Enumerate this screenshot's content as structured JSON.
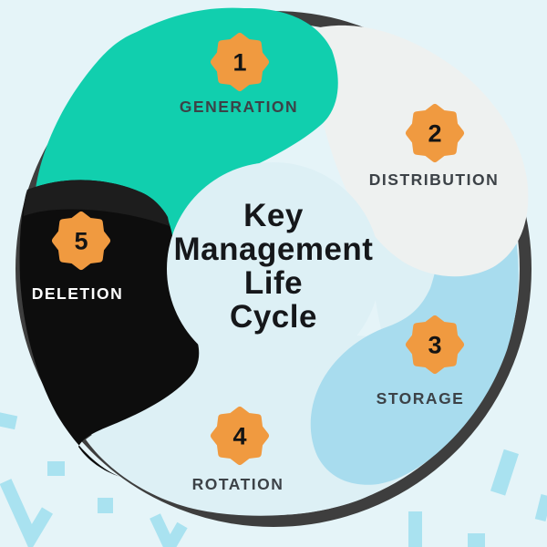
{
  "title": {
    "text": "Key Management Life Cycle",
    "lines": [
      "Key",
      "Management",
      "Life",
      "Cycle"
    ]
  },
  "stages": [
    {
      "number": "1",
      "label": "GENERATION"
    },
    {
      "number": "2",
      "label": "DISTRIBUTION"
    },
    {
      "number": "3",
      "label": "STORAGE"
    },
    {
      "number": "4",
      "label": "ROTATION"
    },
    {
      "number": "5",
      "label": "DELETION"
    }
  ],
  "colors": {
    "background": "#E5F4F8",
    "generation_teal": "#11CFAE",
    "distribution_grey": "#EEF1F0",
    "storage_blue": "#A8DCEE",
    "rotation_pale": "#DDF0F5",
    "deletion_black": "#0D0D0D",
    "ring_dark": "#3E3E3E",
    "badge_orange": "#F09A40",
    "label_grey": "#3C4247",
    "title_dark": "#15171A",
    "confetti_blue": "#A9E2F0"
  }
}
